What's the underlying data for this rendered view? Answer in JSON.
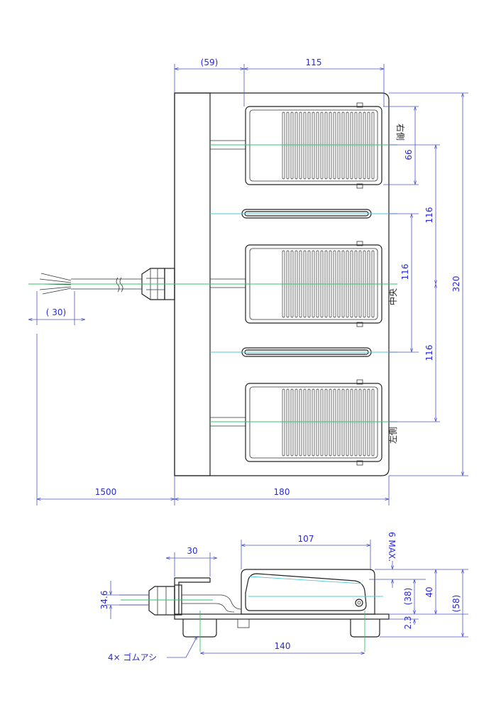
{
  "top_view": {
    "dim_mount": "(59)",
    "dim_width_pedal": "115",
    "dim_pedal_pitch": "66",
    "dim_pitch_1": "116",
    "dim_pitch_2": "116",
    "dim_pitch_3": "116",
    "dim_total_height": "320",
    "dim_cable_strip": "( 30)",
    "dim_cable_length": "1500",
    "dim_base_width": "180",
    "label_right": "右側",
    "label_center": "中央",
    "label_left": "左側"
  },
  "side_view": {
    "dim_gland": "30",
    "dim_pedal_len": "107",
    "dim_max": "6 MAX.",
    "dim_cable_dia": "34.6",
    "dim_h38": "(38)",
    "dim_h40": "40",
    "dim_h58": "(58)",
    "dim_h23": "2.3",
    "dim_feet": "140",
    "label_feet": "4× ゴムアシ"
  },
  "colors": {
    "dimension": "#2a2ad8",
    "centerline": "#31c66a",
    "outline": "#222222"
  }
}
